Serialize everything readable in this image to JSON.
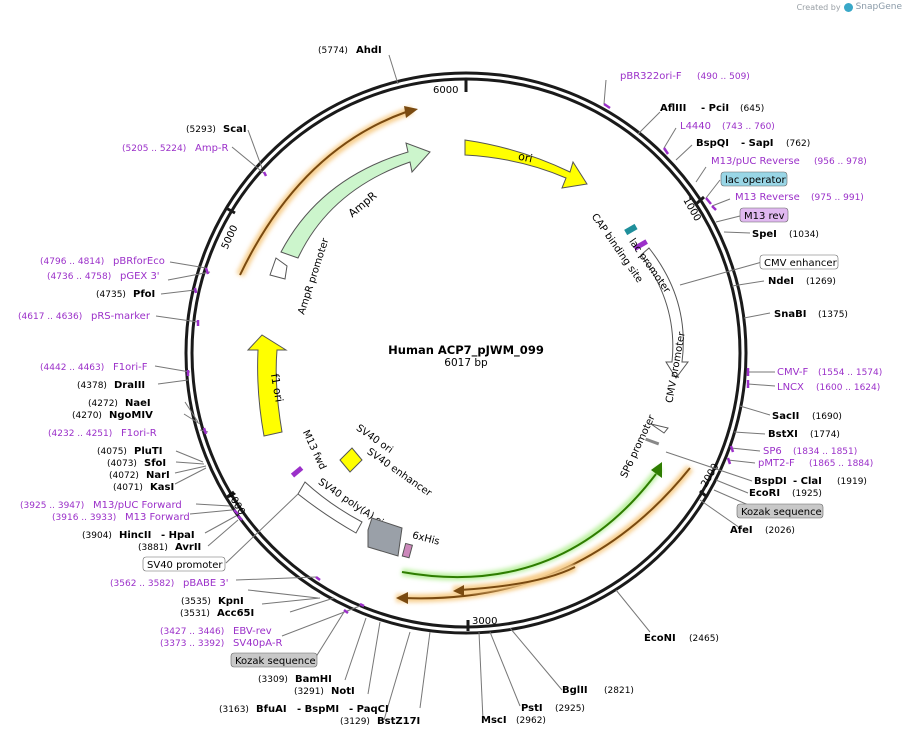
{
  "credit": {
    "created_by": "Created by",
    "brand": "SnapGene"
  },
  "plasmid": {
    "name": "Human ACP7_pJWM_099",
    "size": "6017 bp"
  },
  "ticks": [
    "6000",
    "1000",
    "2000",
    "3000",
    "4000",
    "5000"
  ],
  "features": {
    "ori": "ori",
    "cap": "CAP binding site",
    "lac_promoter": "lac promoter",
    "cmv_promoter": "CMV promoter",
    "sp6_promoter": "SP6 promoter",
    "sixhis": "6xHis",
    "sv40_polya": "SV40 poly(A) signal",
    "m13fwd": "M13 fwd",
    "sv40_ori": "SV40 ori",
    "sv40_enh": "SV40 enhancer",
    "f1ori": "f1 ori",
    "ampr_promoter": "AmpR promoter",
    "ampr": "AmpR"
  },
  "right_labels": {
    "pbr322": "pBR322ori-F",
    "pbr322_pos": "(490 .. 509)",
    "afliii": "AflIII",
    "pcii": "- PciI",
    "afliii_pos": "(645)",
    "l4440": "L4440",
    "l4440_pos": "(743 .. 760)",
    "bspqi": "BspQI",
    "sapi": "- SapI",
    "bspqi_pos": "(762)",
    "m13puc_rev": "M13/pUC Reverse",
    "m13puc_rev_pos": "(956 .. 978)",
    "lac_operator": "lac operator",
    "m13_reverse": "M13 Reverse",
    "m13_reverse_pos": "(975 .. 991)",
    "m13_rev_box": "M13 rev",
    "spei": "SpeI",
    "spei_pos": "(1034)",
    "cmv_enhancer": "CMV enhancer",
    "ndei": "NdeI",
    "ndei_pos": "(1269)",
    "snabi": "SnaBI",
    "snabi_pos": "(1375)",
    "cmvf": "CMV-F",
    "cmvf_pos": "(1554 .. 1574)",
    "lncx": "LNCX",
    "lncx_pos": "(1600 .. 1624)",
    "sacii": "SacII",
    "sacii_pos": "(1690)",
    "bstxi": "BstXI",
    "bstxi_pos": "(1774)",
    "sp6": "SP6",
    "sp6_pos": "(1834 .. 1851)",
    "pmt2f": "pMT2-F",
    "pmt2f_pos": "(1865 .. 1884)",
    "bspdi": "BspDI",
    "clai": "- ClaI",
    "bspdi_pos": "(1919)",
    "ecori": "EcoRI",
    "ecori_pos": "(1925)",
    "kozak1": "Kozak sequence",
    "afei": "AfeI",
    "afei_pos": "(2026)",
    "econi": "EcoNI",
    "econi_pos": "(2465)",
    "bglii": "BglII",
    "bglii_pos": "(2821)",
    "psti": "PstI",
    "psti_pos": "(2925)",
    "msci": "MscI",
    "msci_pos": "(2962)"
  },
  "left_labels": {
    "ahdi": "AhdI",
    "ahdi_pos": "(5774)",
    "scai": "ScaI",
    "scai_pos": "(5293)",
    "ampr_primer": "Amp-R",
    "ampr_primer_pos": "(5205 .. 5224)",
    "pbrforeco": "pBRforEco",
    "pbrforeco_pos": "(4796 .. 4814)",
    "pgex3": "pGEX 3'",
    "pgex3_pos": "(4736 .. 4758)",
    "pfoi": "PfoI",
    "pfoi_pos": "(4735)",
    "prs": "pRS-marker",
    "prs_pos": "(4617 .. 4636)",
    "f1orif": "F1ori-F",
    "f1orif_pos": "(4442 .. 4463)",
    "draiii": "DraIII",
    "draiii_pos": "(4378)",
    "naei": "NaeI",
    "naei_pos": "(4272)",
    "ngomiv": "NgoMIV",
    "ngomiv_pos": "(4270)",
    "f1orir": "F1ori-R",
    "f1orir_pos": "(4232 .. 4251)",
    "pluti": "PluTI",
    "pluti_pos": "(4075)",
    "sfoi": "SfoI",
    "sfoi_pos": "(4073)",
    "nari": "NarI",
    "nari_pos": "(4072)",
    "kasi": "KasI",
    "kasi_pos": "(4071)",
    "m13puc_fwd": "M13/pUC Forward",
    "m13puc_fwd_pos": "(3925 .. 3947)",
    "m13_forward": "M13 Forward",
    "m13_forward_pos": "(3916 .. 3933)",
    "hincii": "HincII",
    "hpai": "- HpaI",
    "hincii_pos": "(3904)",
    "avrii": "AvrII",
    "avrii_pos": "(3881)",
    "sv40_promoter": "SV40 promoter",
    "pbabe3": "pBABE 3'",
    "pbabe3_pos": "(3562 .. 3582)",
    "kpni": "KpnI",
    "kpni_pos": "(3535)",
    "acc65i": "Acc65I",
    "acc65i_pos": "(3531)",
    "ebvrev": "EBV-rev",
    "ebvrev_pos": "(3427 .. 3446)",
    "sv40par": "SV40pA-R",
    "sv40par_pos": "(3373 .. 3392)",
    "kozak2": "Kozak sequence",
    "bamhi": "BamHI",
    "bamhi_pos": "(3309)",
    "noti": "NotI",
    "noti_pos": "(3291)",
    "bfuai": "BfuAI",
    "bspmi": "- BspMI",
    "paqci": "- PaqCI",
    "bfuai_pos": "(3163)",
    "bstz17i": "BstZ17I",
    "bstz17i_pos": "(3129)"
  },
  "colors": {
    "backbone": "#1a1a1a",
    "ori": "#ffff00",
    "ampr": "#ccf5cc",
    "primer": "#9b30c9",
    "orange_glow": "#f7cf8f",
    "green_orf": "#2e7d00",
    "lac_op_box": "#99d6e6",
    "m13_box": "#e0b8f0",
    "kozak_box": "#c8c8c8",
    "sixhis": "#cc88bb",
    "polya": "#9aa0a8",
    "teal": "#1f8f9b"
  }
}
